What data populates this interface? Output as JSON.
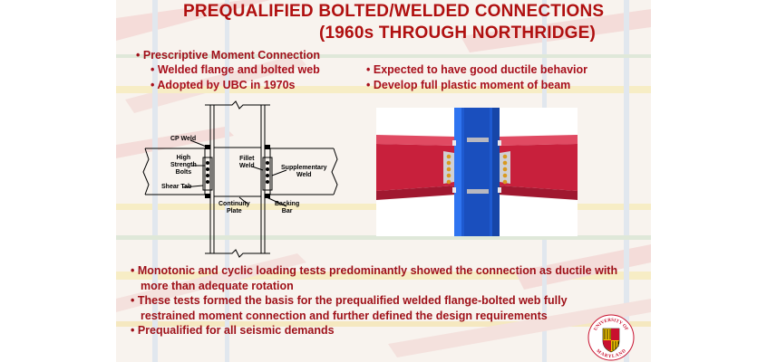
{
  "title": {
    "line1": "PREQUALIFIED BOLTED/WELDED CONNECTIONS",
    "line2": "(1960s THROUGH NORTHRIDGE)"
  },
  "top_bullets": {
    "main": "Prescriptive Moment Connection",
    "left": [
      "Welded flange and bolted web",
      "Adopted by UBC in 1970s"
    ],
    "right": [
      "Expected to have good ductile behavior",
      "Develop full plastic moment of beam"
    ]
  },
  "diagram_labels": {
    "cp_weld": "CP Weld",
    "high_strength_bolts": [
      "High",
      "Strength",
      "Bolts"
    ],
    "shear_tab": "Shear Tab",
    "fillet_weld": [
      "Fillet",
      "Weld"
    ],
    "supplementary_weld": [
      "Supplementary",
      "Weld"
    ],
    "continuity_plate": [
      "Continuity",
      "Plate"
    ],
    "backing_bar": [
      "Backing",
      "Bar"
    ]
  },
  "bottom_bullets": [
    [
      "Monotonic and cyclic loading tests predominantly showed the connection as ductile with",
      "more than adequate rotation"
    ],
    [
      "These tests formed the basis for the prequalified welded flange-bolted web fully",
      "restrained moment connection and further defined the design requirements"
    ],
    [
      "Prequalified for all seismic demands"
    ]
  ],
  "logo": {
    "top_text": "UNIVERSITY OF",
    "bottom_text": "MARYLAND"
  },
  "colors": {
    "title": "#b01010",
    "bullet_text": "#a0101a",
    "beam": "#c8203c",
    "column": "#1e5ad0"
  }
}
